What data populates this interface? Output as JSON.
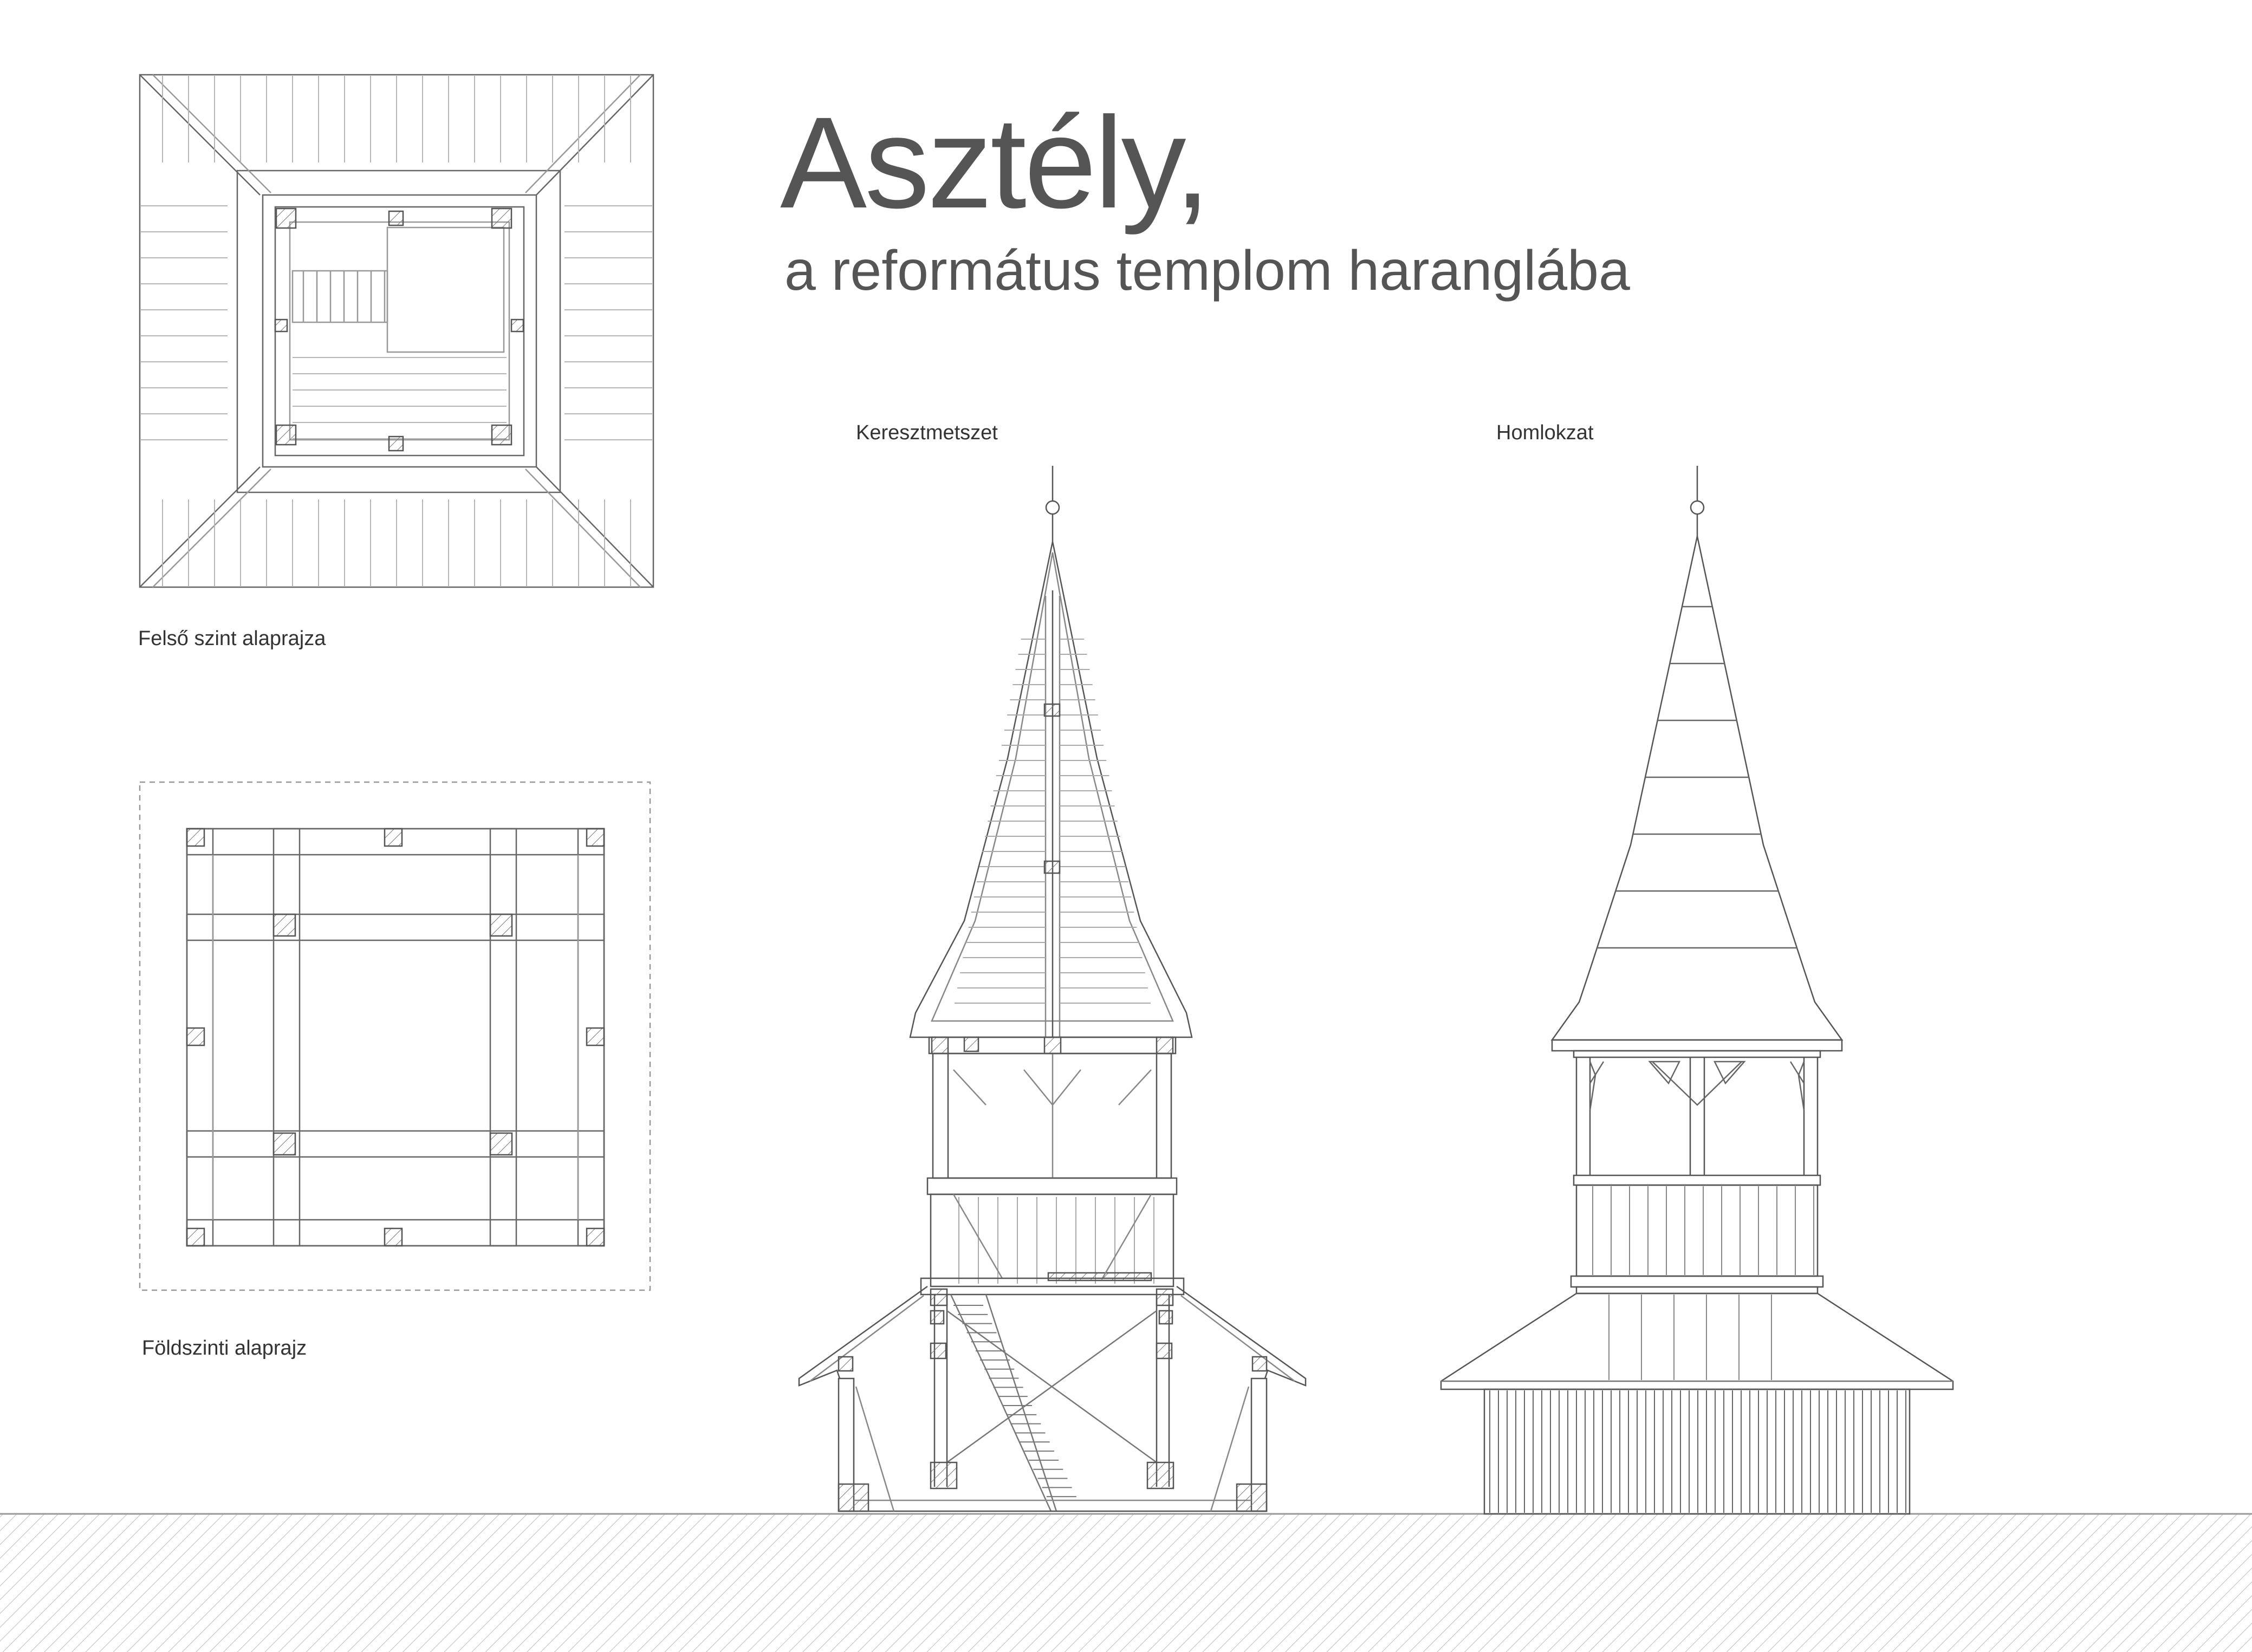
{
  "title": "Asztély,",
  "subtitle": "a református templom haranglába",
  "captions": {
    "upper_floor_plan": "Felső szint alaprajza",
    "ground_floor_plan": "Földszinti alaprajz",
    "cross_section": "Keresztmetszet",
    "facade": "Homlokzat"
  },
  "colors": {
    "title_text": "#555555",
    "line": "#555555",
    "light_line": "#9a9a9a",
    "ground_hatch": "#bdbdbd"
  }
}
